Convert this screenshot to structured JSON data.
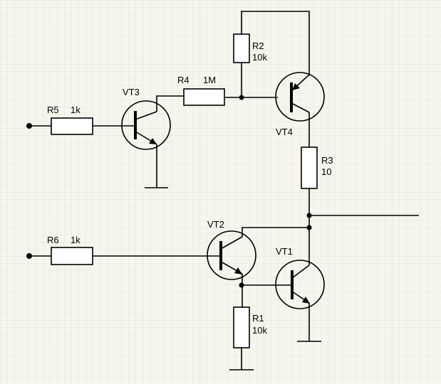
{
  "grid_color": "#e4e4da",
  "background": "#f6f6ee",
  "labels": {
    "vt1": "VT1",
    "vt2": "VT2",
    "vt3": "VT3",
    "vt4": "VT4",
    "r1_name": "R1",
    "r1_value": "10k",
    "r2_name": "R2",
    "r2_value": "10k",
    "r3_name": "R3",
    "r3_value": "10",
    "r4_name": "R4",
    "r4_value": "1M",
    "r5_name": "R5",
    "r5_value": "1k",
    "r6_name": "R6",
    "r6_value": "1k"
  }
}
